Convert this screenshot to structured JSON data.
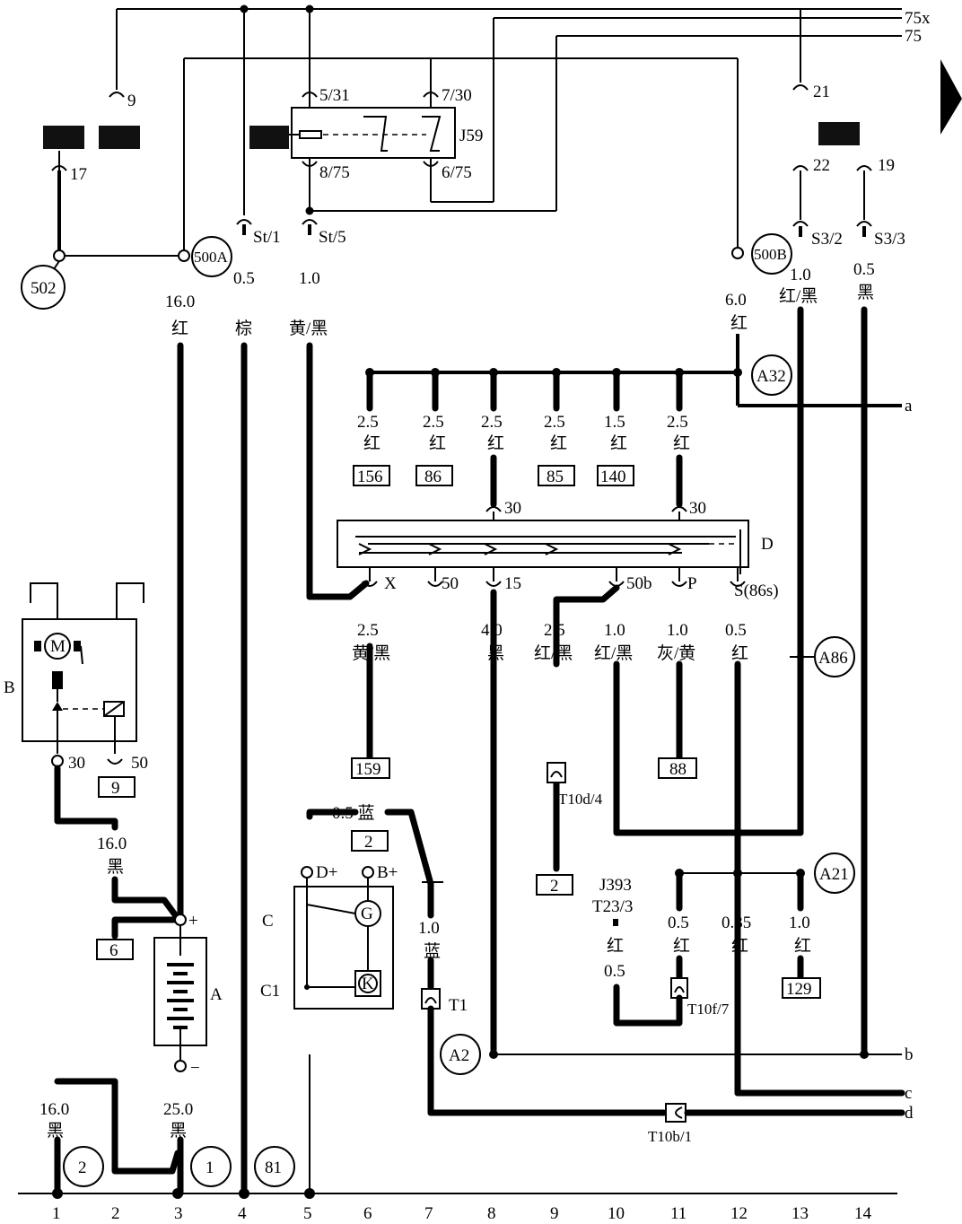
{
  "wires_top": {
    "w75x": "75x",
    "w75": "75"
  },
  "tags": {
    "t9": "9",
    "t21": "21",
    "t17": "17",
    "t22": "22",
    "t19": "19"
  },
  "relay": {
    "name": "J59",
    "p531": "5/31",
    "p730": "7/30",
    "p875": "8/75",
    "p675": "6/75"
  },
  "fuse": {
    "st1": "St/1",
    "st5": "St/5",
    "s32": "S3/2",
    "s33": "S3/3"
  },
  "circles": {
    "c502": "502",
    "c500a": "500A",
    "c500b": "500B",
    "a32": "A32",
    "a86": "A86",
    "a21": "A21",
    "a2": "A2",
    "g2": "2",
    "g1": "1",
    "g81": "81"
  },
  "wire_specs": {
    "w1": {
      "size": "16.0",
      "color": "红"
    },
    "w2": {
      "size": "0.5",
      "color": "棕"
    },
    "w3": {
      "size": "1.0",
      "color": "黄/黑"
    },
    "w4": {
      "size": "6.0",
      "color": "红"
    },
    "w5": {
      "size": "1.0",
      "color": "红/黑"
    },
    "w6": {
      "size": "0.5",
      "color": "黑"
    }
  },
  "bus_branches": [
    {
      "size": "2.5",
      "color": "红",
      "ref": "156"
    },
    {
      "size": "2.5",
      "color": "红",
      "ref": "86"
    },
    {
      "size": "2.5",
      "color": "红",
      "ref": ""
    },
    {
      "size": "2.5",
      "color": "红",
      "ref": "85"
    },
    {
      "size": "1.5",
      "color": "红",
      "ref": "140"
    },
    {
      "size": "2.5",
      "color": "红",
      "ref": ""
    }
  ],
  "ignition": {
    "name": "D",
    "in1": "30",
    "in2": "30",
    "outs": [
      "X",
      "50",
      "15",
      "50b",
      "P",
      "S(86s)"
    ]
  },
  "ign_wires": [
    {
      "size": "2.5",
      "color": "黄/黑"
    },
    {
      "size": "4.0",
      "color": "黑"
    },
    {
      "size": "2.5",
      "color": "红/黑"
    },
    {
      "size": "1.0",
      "color": "红/黑"
    },
    {
      "size": "1.0",
      "color": "灰/黄"
    },
    {
      "size": "0.5",
      "color": "红"
    }
  ],
  "refs": {
    "r159": "159",
    "r88": "88",
    "r9": "9",
    "r6": "6",
    "r2a": "2",
    "r2b": "2",
    "r129": "129"
  },
  "connectors": {
    "t10d4": "T10d/4",
    "t1": "T1",
    "t10f7": "T10f/7",
    "t10b1": "T10b/1",
    "j393": "J393",
    "t233": "T23/3"
  },
  "starter": {
    "name": "B",
    "m": "M",
    "p30": "30",
    "p50": "50"
  },
  "battery": {
    "name": "A",
    "plus": "+",
    "minus": "−"
  },
  "generator": {
    "name": "C",
    "sub": "C1",
    "g": "G",
    "k": "K",
    "dplus": "D+",
    "bplus": "B+",
    "lead": "0.5 蓝"
  },
  "lower_wires": {
    "batt16": {
      "size": "16.0",
      "color": "黑"
    },
    "gnd16": {
      "size": "16.0",
      "color": "黑"
    },
    "gnd25": {
      "size": "25.0",
      "color": "黑"
    },
    "blue": {
      "size": "1.0",
      "color": "蓝"
    },
    "j393w": {
      "size": "0.5",
      "color": "红"
    },
    "w11": {
      "size": "0.5",
      "color": "红"
    },
    "w12": {
      "size": "0.35",
      "color": "红"
    },
    "w13": {
      "size": "1.0",
      "color": "红"
    }
  },
  "edge_labels": {
    "a": "a",
    "b": "b",
    "c": "c",
    "d": "d"
  },
  "bottom_numbers": [
    "1",
    "2",
    "3",
    "4",
    "5",
    "6",
    "7",
    "8",
    "9",
    "10",
    "11",
    "12",
    "13",
    "14"
  ]
}
